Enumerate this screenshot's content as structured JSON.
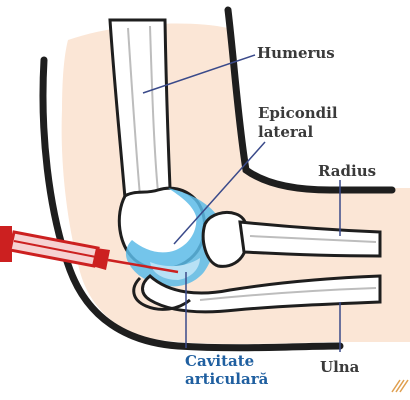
{
  "labels": {
    "humerus": "Humerus",
    "epicondil_line1": "Epicondil",
    "epicondil_line2": "lateral",
    "radius": "Radius",
    "ulna": "Ulna",
    "cavitate_line1": "Cavitate",
    "cavitate_line2": "articulară"
  },
  "colors": {
    "skin": "#fbe6d6",
    "outline": "#1e1e1e",
    "bone_fill": "#ffffff",
    "bone_shadow": "#d6d6d6",
    "joint_cavity": "#5cbbe8",
    "syringe": "#cc2020",
    "leader_line": "#3a4a8a",
    "label_text": "#3a3a3a",
    "label_highlight": "#1f5fa0"
  },
  "icons": {
    "syringe": "syringe-icon",
    "watermark": "watermark-stripes-icon"
  }
}
